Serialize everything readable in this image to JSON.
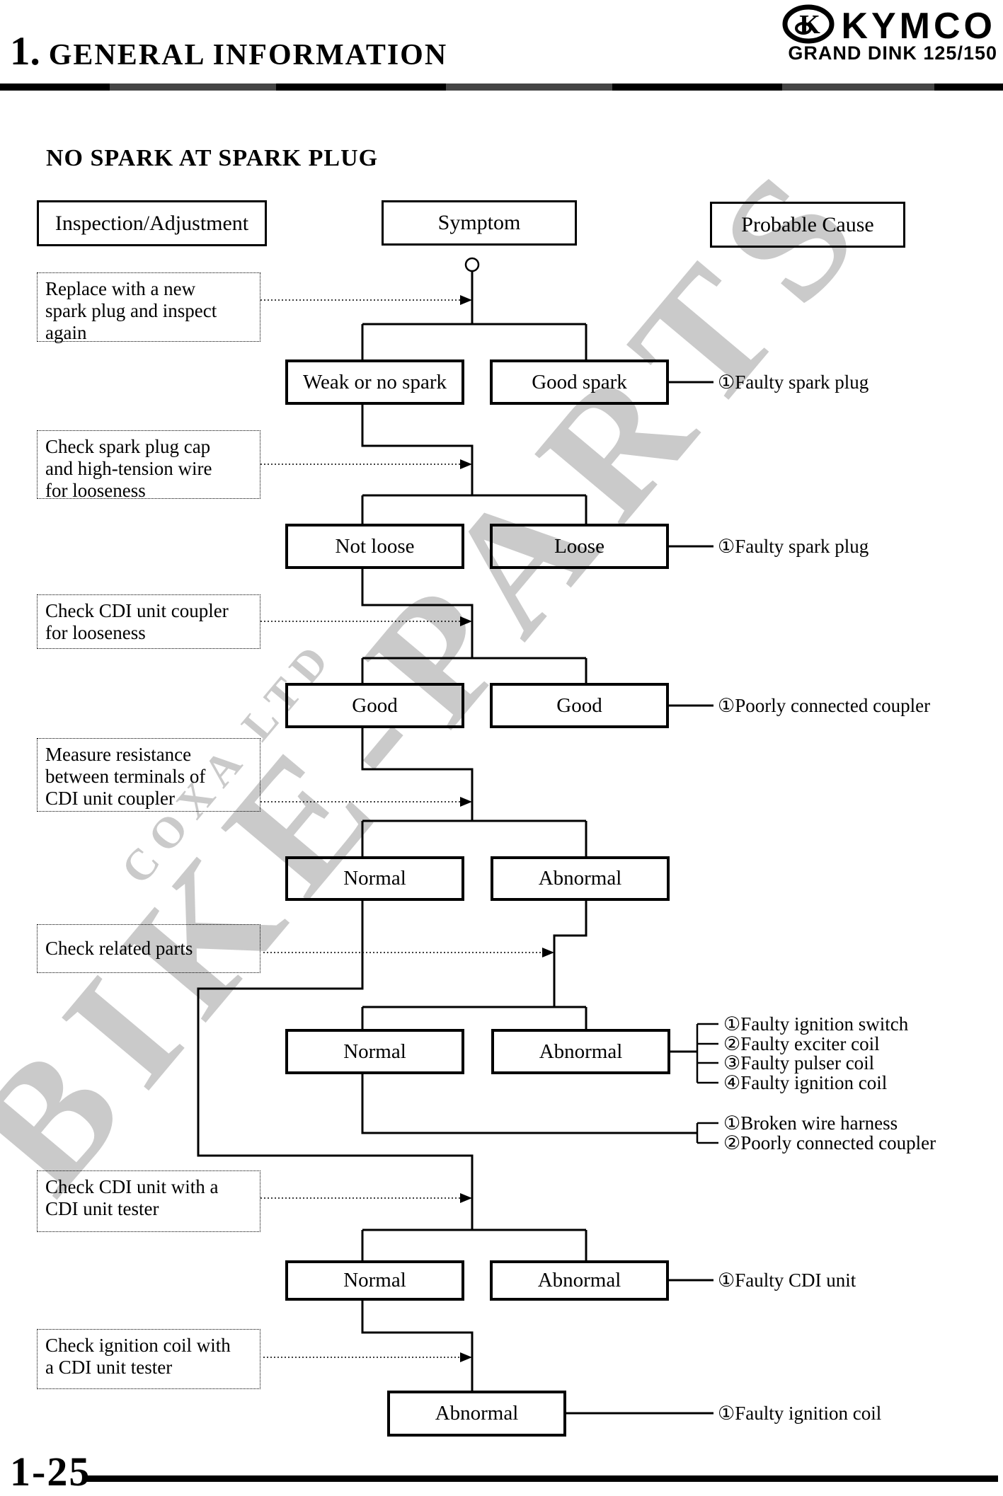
{
  "header": {
    "doc_number": "1.",
    "doc_title": "GENERAL INFORMATION",
    "brand": "KYMCO",
    "model": "GRAND DINK 125/150"
  },
  "page": {
    "heading": "NO SPARK AT SPARK PLUG",
    "page_number": "1-25"
  },
  "columns": {
    "inspection": "Inspection/Adjustment",
    "symptom": "Symptom",
    "cause": "Probable Cause"
  },
  "watermark": {
    "main": "BIKE-PARTS",
    "secondary": "COXA LTD"
  },
  "inspections": {
    "replace_plug": "Replace with a new\nspark plug and inspect\nagain",
    "check_cap": "Check spark plug cap\nand high-tension wire\nfor looseness",
    "check_coupler": "Check CDI unit coupler\nfor looseness",
    "measure_resistance": "Measure resistance\nbetween terminals of\nCDI unit coupler",
    "check_related": "Check related parts",
    "check_cdi": "Check CDI unit with a\nCDI unit tester",
    "check_ignition_coil": "Check ignition coil with\na CDI unit tester"
  },
  "symptoms": {
    "r1_left": "Weak or no spark",
    "r1_right": "Good spark",
    "r2_left": "Not loose",
    "r2_right": "Loose",
    "r3_left": "Good",
    "r3_right": "Good",
    "r4_left": "Normal",
    "r4_right": "Abnormal",
    "r5_left": "Normal",
    "r5_right": "Abnormal",
    "r6_left": "Normal",
    "r6_right": "Abnormal",
    "r7_single": "Abnormal"
  },
  "causes": {
    "c1": "①Faulty spark plug",
    "c2": "①Faulty spark plug",
    "c3": "①Poorly connected coupler",
    "c5_1": "①Faulty ignition switch",
    "c5_2": "②Faulty exciter coil",
    "c5_3": "③Faulty pulser coil",
    "c5_4": "④Faulty ignition coil",
    "c5n_1": "①Broken wire harness",
    "c5n_2": "②Poorly connected coupler",
    "c6": "①Faulty CDI unit",
    "c7": "①Faulty ignition coil"
  }
}
